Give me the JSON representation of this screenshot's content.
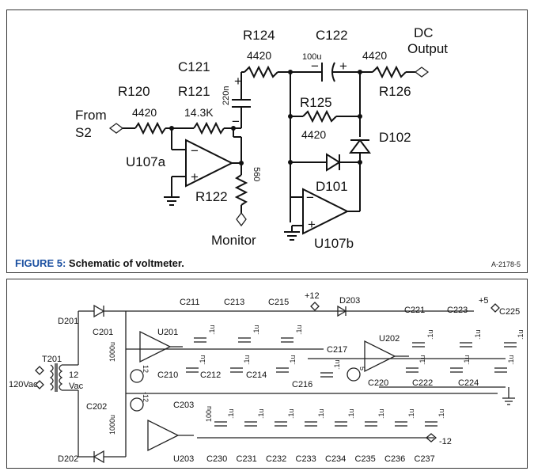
{
  "figure5": {
    "caption_prefix": "FIGURE 5:",
    "caption_text": " Schematic of voltmeter.",
    "ref_code": "A-2178-5",
    "labels": {
      "r124": "R124",
      "r124_val": "4420",
      "c122": "C122",
      "c122_val": "100u",
      "dc1": "DC",
      "dc2": "Output",
      "r126_val": "4420",
      "r126": "R126",
      "c121": "C121",
      "r121": "R121",
      "c121_val": "220n",
      "r120": "R120",
      "r120_val": "4420",
      "r121_val": "14.3K",
      "from": "From",
      "s2": "S2",
      "r125": "R125",
      "r125_val": "4420",
      "d102": "D102",
      "d101": "D101",
      "u107a": "U107a",
      "r122_val": "560",
      "r122": "R122",
      "monitor": "Monitor",
      "u107b": "U107b",
      "plus": "+",
      "minus": "−"
    }
  },
  "power_supply": {
    "labels": {
      "d201": "D201",
      "c201": "C201",
      "u201": "U201",
      "c201_val": "1000u",
      "t201": "T201",
      "vac120": "120Vac",
      "v12": "12",
      "vac": "Vac",
      "c202": "C202",
      "c202_val": "1000u",
      "d202": "D202",
      "c210": "C210",
      "c212": "C212",
      "c214": "C214",
      "c203": "C203",
      "c203_val": "100u",
      "u203": "U203",
      "c216": "C216",
      "c217": "C217",
      "c220": "C220",
      "c222": "C222",
      "c224": "C224",
      "u202": "U202",
      "p12": "+12",
      "d203": "D203",
      "m12": "-12",
      "p5": "+5",
      "r12a": "12",
      "r12b": "-12",
      "r5": "5",
      "c211": "C211",
      "c213": "C213",
      "c215": "C215",
      "c221": "C221",
      "c223": "C223",
      "c225": "C225",
      "cap_val": ".1u"
    },
    "bottom_caps": [
      "C230",
      "C231",
      "C232",
      "C233",
      "C234",
      "C235",
      "C236",
      "C237"
    ]
  }
}
